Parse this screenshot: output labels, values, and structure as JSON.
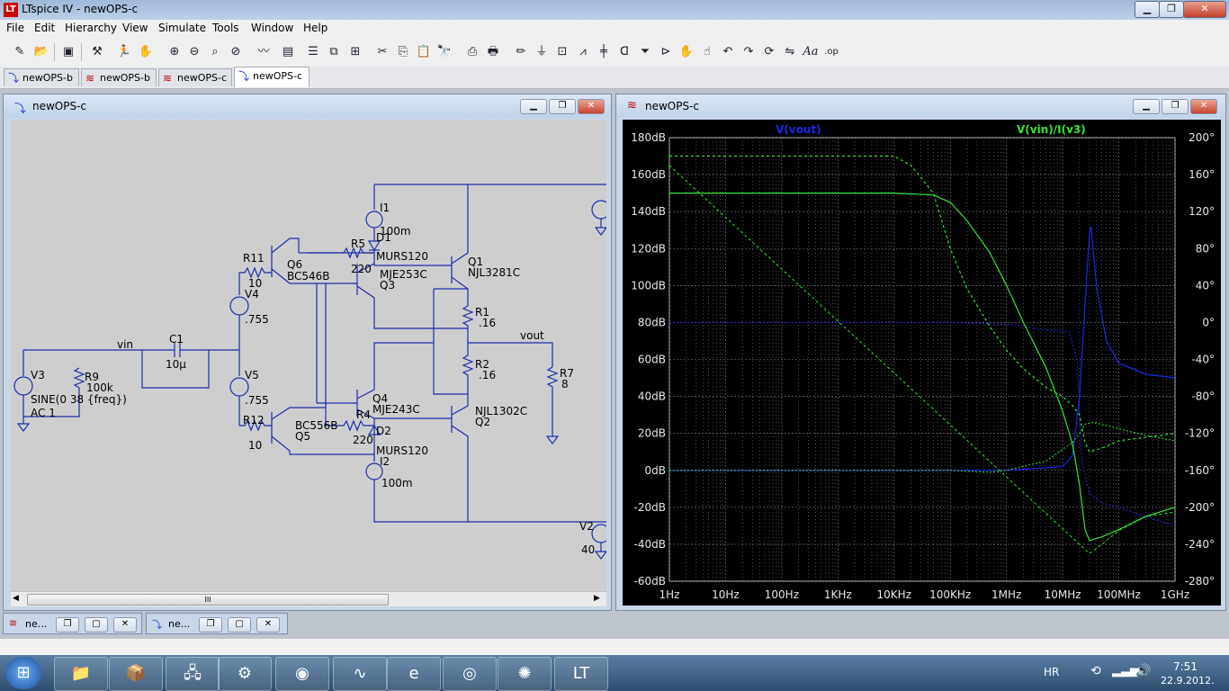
{
  "window": {
    "title": "LTspice IV - newOPS-c",
    "app_icon": "ltspice-icon"
  },
  "menu": [
    "File",
    "Edit",
    "Hierarchy",
    "View",
    "Simulate",
    "Tools",
    "Window",
    "Help"
  ],
  "toolbar_icons": [
    "open-schematic-icon",
    "open-file-icon",
    "save-icon",
    "hammer-icon",
    "run-icon",
    "pan-hand-icon",
    "zoom-in-icon",
    "zoom-out-icon",
    "zoom-fit-icon",
    "zoom-cancel-icon",
    "waveform-icon",
    "tile-horizontal-icon",
    "cascade-icon",
    "tile-icon",
    "cut-icon",
    "copy-icon",
    "paste-icon",
    "find-icon",
    "print-preview-icon",
    "print-icon",
    "wire-icon",
    "ground-icon",
    "label-icon",
    "resistor-icon",
    "capacitor-icon",
    "inductor-icon",
    "diode-icon",
    "component-icon",
    "move-icon",
    "drag-icon",
    "undo-icon",
    "redo-icon",
    "rotate-icon",
    "text-icon",
    "spice-directive-icon"
  ],
  "tabs": [
    {
      "label": "newOPS-b",
      "icon": "schematic-icon"
    },
    {
      "label": "newOPS-b",
      "icon": "waveform-icon"
    },
    {
      "label": "newOPS-c",
      "icon": "waveform-icon"
    },
    {
      "label": "newOPS-c",
      "icon": "schematic-icon"
    }
  ],
  "schematic_window": {
    "title": "newOPS-c",
    "scroll_grip": "III"
  },
  "schematic_labels": {
    "I1": "I1",
    "I1_val": "100m",
    "D1": "D1",
    "D1_type": "MURS120",
    "R5": "R5",
    "R5_val": "220",
    "Q6": "Q6",
    "Q6_type": "BC546B",
    "R11": "R11",
    "R11_val": "10",
    "MJE253C": "MJE253C",
    "Q3": "Q3",
    "Q1": "Q1",
    "Q1_type": "NJL3281C",
    "V4": "V4",
    "V4_val": ".755",
    "R1": "R1",
    "R1_val": ".16",
    "vin": "vin",
    "C1": "C1",
    "C1_val": "10µ",
    "vout": "vout",
    "V3": "V3",
    "R9": "R9",
    "R9_val": "100k",
    "V3_src": "SINE(0 38 {freq})",
    "V3_ac": "AC 1",
    "V5": "V5",
    "V5_val": ".755",
    "R2": "R2",
    "R2_val": ".16",
    "R7": "R7",
    "R7_val": "8",
    "Q4": "Q4",
    "Q4_type": "MJE243C",
    "Q2_type": "NJL1302C",
    "Q2": "Q2",
    "R12": "R12",
    "R12_val": "10",
    "Q5_type": "BC556B",
    "Q5": "Q5",
    "R4": "R4",
    "R4_val": "220",
    "D2": "D2",
    "D2_type": "MURS120",
    "I2": "I2",
    "I2_val": "100m",
    "V2": "V2",
    "V2_val": "40"
  },
  "plot_window": {
    "title": "newOPS-c"
  },
  "chart_data": {
    "type": "line",
    "x_scale": "log",
    "x_range": [
      1,
      1000000000
    ],
    "x_ticks": [
      "1Hz",
      "10Hz",
      "100Hz",
      "1KHz",
      "10KHz",
      "100KHz",
      "1MHz",
      "10MHz",
      "100MHz",
      "1GHz"
    ],
    "y_left_ticks": [
      "180dB",
      "160dB",
      "140dB",
      "120dB",
      "100dB",
      "80dB",
      "60dB",
      "40dB",
      "20dB",
      "0dB",
      "-20dB",
      "-40dB",
      "-60dB"
    ],
    "y_left_range": [
      -60,
      180
    ],
    "y_right_ticks": [
      "200°",
      "160°",
      "120°",
      "80°",
      "40°",
      "0°",
      "-40°",
      "-80°",
      "-120°",
      "-160°",
      "-200°",
      "-240°",
      "-280°"
    ],
    "y_right_range": [
      -280,
      200
    ],
    "grid": true,
    "background": "#000000",
    "traces": [
      {
        "name": "V(vout)",
        "color": "#1e28e6",
        "magnitude_db": [
          [
            1,
            0
          ],
          [
            1000,
            0
          ],
          [
            100000,
            0
          ],
          [
            1000000,
            0
          ],
          [
            10000000,
            2
          ],
          [
            15000000,
            8
          ],
          [
            20000000,
            40
          ],
          [
            25000000,
            90
          ],
          [
            30000000,
            128
          ],
          [
            32000000,
            132
          ],
          [
            40000000,
            100
          ],
          [
            60000000,
            70
          ],
          [
            100000000,
            58
          ],
          [
            300000000,
            52
          ],
          [
            1000000000,
            50
          ]
        ],
        "phase_deg": [
          [
            1,
            0
          ],
          [
            100000,
            0
          ],
          [
            1000000,
            -2
          ],
          [
            5000000,
            -8
          ],
          [
            13000000,
            -10
          ],
          [
            18000000,
            -40
          ],
          [
            22000000,
            -150
          ],
          [
            30000000,
            -185
          ],
          [
            50000000,
            -195
          ],
          [
            100000000,
            -200
          ],
          [
            300000000,
            -210
          ],
          [
            1000000000,
            -220
          ]
        ]
      },
      {
        "name": "V(vin)/I(v3)",
        "color": "#32e632",
        "magnitude_db": [
          [
            1,
            150
          ],
          [
            10000,
            150
          ],
          [
            50000,
            149
          ],
          [
            100000,
            145
          ],
          [
            200000,
            135
          ],
          [
            500000,
            118
          ],
          [
            1000000,
            100
          ],
          [
            2000000,
            80
          ],
          [
            5000000,
            56
          ],
          [
            10000000,
            32
          ],
          [
            15000000,
            14
          ],
          [
            20000000,
            -8
          ],
          [
            25000000,
            -32
          ],
          [
            30000000,
            -38
          ],
          [
            50000000,
            -36
          ],
          [
            100000000,
            -32
          ],
          [
            300000000,
            -25
          ],
          [
            1000000000,
            -20
          ]
        ],
        "phase_deg": [
          [
            1,
            -160
          ],
          [
            100000,
            -160
          ],
          [
            500000,
            -162
          ],
          [
            1000000,
            -160
          ],
          [
            5000000,
            -150
          ],
          [
            15000000,
            -130
          ],
          [
            20000000,
            -120
          ],
          [
            25000000,
            -110
          ],
          [
            35000000,
            -108
          ],
          [
            100000000,
            -115
          ],
          [
            300000000,
            -122
          ],
          [
            1000000000,
            -128
          ]
        ]
      },
      {
        "name": "",
        "color": "#32e632",
        "style": "dashed",
        "magnitude_db": [
          [
            1,
            170
          ],
          [
            10000,
            170
          ],
          [
            20000,
            165
          ],
          [
            50000,
            150
          ],
          [
            100000,
            120
          ],
          [
            200000,
            98
          ],
          [
            500000,
            78
          ],
          [
            1000000,
            65
          ],
          [
            2000000,
            55
          ],
          [
            5000000,
            45
          ],
          [
            10000000,
            40
          ],
          [
            15000000,
            35
          ],
          [
            20000000,
            30
          ],
          [
            25000000,
            15
          ],
          [
            30000000,
            10
          ],
          [
            50000000,
            12
          ],
          [
            100000000,
            16
          ],
          [
            1000000000,
            20
          ]
        ],
        "phase_deg": [
          [
            1,
            170
          ],
          [
            30000000,
            -250
          ],
          [
            50000000,
            -240
          ],
          [
            100000000,
            -225
          ],
          [
            300000000,
            -210
          ],
          [
            1000000000,
            -205
          ]
        ]
      }
    ]
  },
  "minimized": [
    {
      "label": "ne...",
      "icon": "waveform-icon"
    },
    {
      "label": "ne...",
      "icon": "schematic-icon"
    }
  ],
  "taskbar": {
    "apps": [
      "explorer-icon",
      "package-icon",
      "network-icon",
      "settings-icon",
      "antivirus-icon",
      "scope-icon",
      "ie-icon",
      "browser-icon",
      "paint-icon",
      "ltspice-icon"
    ],
    "lang": "HR",
    "time": "7:51",
    "date": "22.9.2012."
  }
}
